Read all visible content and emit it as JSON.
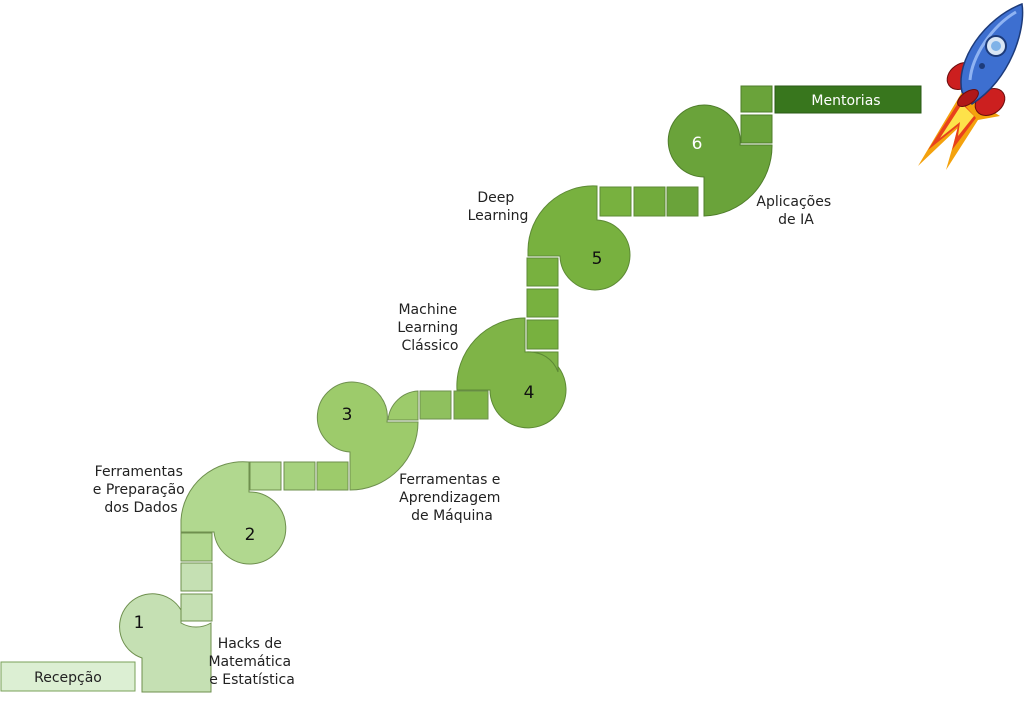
{
  "start": {
    "label": "Recepção"
  },
  "end": {
    "label": "Mentorias"
  },
  "steps": [
    {
      "number": "1",
      "label_lines": [
        "Hacks de",
        "Matemática",
        "e Estatística"
      ]
    },
    {
      "number": "2",
      "label_lines": [
        "Ferramentas",
        "e Preparação",
        "dos Dados"
      ]
    },
    {
      "number": "3",
      "label_lines": [
        "Ferramentas e",
        "Aprendizagem",
        "de Máquina"
      ]
    },
    {
      "number": "4",
      "label_lines": [
        "Machine",
        "Learning",
        "Clássico"
      ]
    },
    {
      "number": "5",
      "label_lines": [
        "Deep",
        "Learning"
      ]
    },
    {
      "number": "6",
      "label_lines": [
        "Aplicações",
        "de IA"
      ]
    }
  ],
  "icons": {
    "rocket": "rocket-icon"
  },
  "colors": {
    "stage1": "#c5e0b3",
    "stage2": "#b1d88f",
    "stage3": "#9dcb6b",
    "stage4": "#7fb447",
    "stage5": "#78b13f",
    "stage6": "#6aa33a",
    "mentorias": "#38761d",
    "rocket_body": "#3d6fd0",
    "rocket_fin": "#cc1f1f",
    "flame": "#f4c20d"
  }
}
